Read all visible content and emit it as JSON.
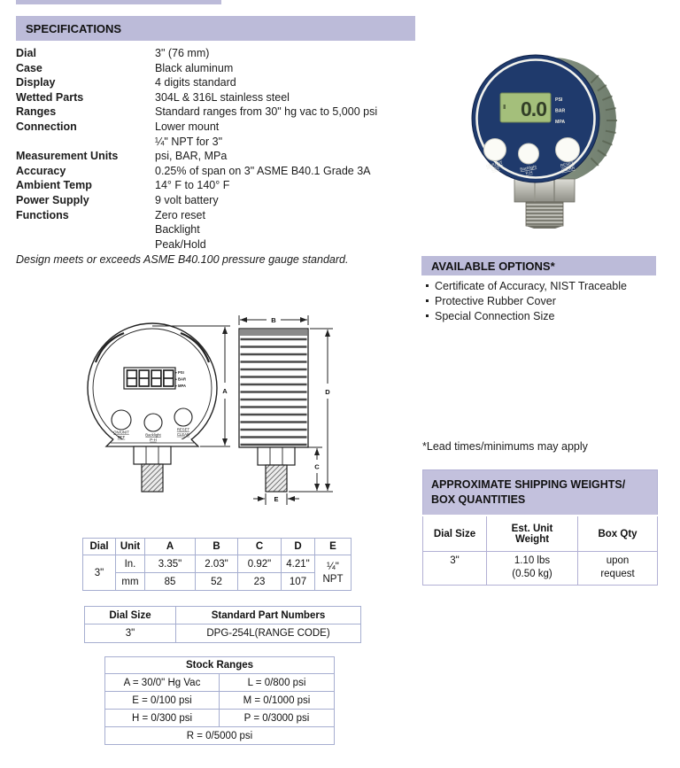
{
  "spec_header": "SPECIFICATIONS",
  "specs": [
    {
      "label": "Dial",
      "lines": [
        "3\" (76 mm)"
      ]
    },
    {
      "label": "Case",
      "lines": [
        "Black aluminum"
      ]
    },
    {
      "label": "Display",
      "lines": [
        "4 digits standard"
      ]
    },
    {
      "label": "Wetted Parts",
      "lines": [
        "304L & 316L stainless steel"
      ]
    },
    {
      "label": "Ranges",
      "lines": [
        "Standard ranges from 30\" hg vac to 5,000 psi"
      ]
    },
    {
      "label": "Connection",
      "lines": [
        "Lower mount",
        "¼\" NPT for 3\""
      ]
    },
    {
      "label": "Measurement Units",
      "lines": [
        "psi, BAR, MPa"
      ]
    },
    {
      "label": "Accuracy",
      "lines": [
        "0.25% of span on 3\" ASME B40.1 Grade 3A"
      ]
    },
    {
      "label": "Ambient Temp",
      "lines": [
        "14° F to 140° F"
      ]
    },
    {
      "label": "Power Supply",
      "lines": [
        "9 volt battery"
      ]
    },
    {
      "label": "Functions",
      "lines": [
        "Zero reset",
        "Backlight",
        "Peak/Hold"
      ]
    }
  ],
  "design_note": "Design meets or exceeds ASME B40.100 pressure gauge standard.",
  "options": {
    "header": "AVAILABLE OPTIONS*",
    "items": [
      "Certificate of Accuracy, NIST Traceable",
      "Protective Rubber Cover",
      "Special Connection Size"
    ],
    "lead_note": "*Lead times/minimums may apply"
  },
  "shipping": {
    "title_line1": "APPROXIMATE SHIPPING WEIGHTS/",
    "title_line2": "BOX QUANTITIES",
    "columns": [
      "Dial Size",
      "Est. Unit Weight",
      "Box Qty"
    ],
    "row": {
      "dial": "3\"",
      "weight_lines": [
        "1.10 lbs",
        "(0.50 kg)"
      ],
      "qty_lines": [
        "upon",
        "request"
      ]
    }
  },
  "product": {
    "lcd_value": "0.0",
    "units": [
      "PSI",
      "BAR",
      "MPA"
    ],
    "buttons": [
      [
        "ON/UNIT",
        "OFF"
      ],
      [
        "Backlight",
        "P-H"
      ],
      [
        "RESET",
        "CLEAR"
      ]
    ]
  },
  "drawing": {
    "dims": [
      "A",
      "B",
      "C",
      "D",
      "E"
    ],
    "units": [
      "PSI",
      "BAR",
      "MPA"
    ],
    "buttons": [
      [
        "ON/UNIT",
        "OFF"
      ],
      [
        "Backlight",
        "P-H"
      ],
      [
        "RESET",
        "CLEAR"
      ]
    ]
  },
  "dim_table": {
    "columns": [
      "Dial",
      "Unit",
      "A",
      "B",
      "C",
      "D",
      "E"
    ],
    "dial": "3\"",
    "row_in": {
      "unit": "In.",
      "a": "3.35\"",
      "b": "2.03\"",
      "c": "0.92\"",
      "d": "4.21\""
    },
    "row_mm": {
      "unit": "mm",
      "a": "85",
      "b": "52",
      "c": "23",
      "d": "107"
    },
    "e_lines": [
      "¼\"",
      "NPT"
    ]
  },
  "part_table": {
    "col_dial": "Dial Size",
    "col_part": "Standard Part Numbers",
    "dial": "3\"",
    "part": "DPG-254L(RANGE CODE)"
  },
  "stock_table": {
    "title": "Stock Ranges",
    "cells": [
      [
        "A = 30/0\" Hg Vac",
        "L = 0/800 psi"
      ],
      [
        "E = 0/100 psi",
        "M = 0/1000 psi"
      ],
      [
        "H = 0/300 psi",
        "P = 0/3000 psi"
      ]
    ],
    "footer": "R = 0/5000 psi"
  },
  "colors": {
    "header_bar": "#bcbbd9",
    "blue_table_border": "#a6aed0",
    "shipping_border": "#b2b0d4",
    "gauge_face": "#1f3a6c",
    "gauge_lcd": "#a4bf7b"
  }
}
